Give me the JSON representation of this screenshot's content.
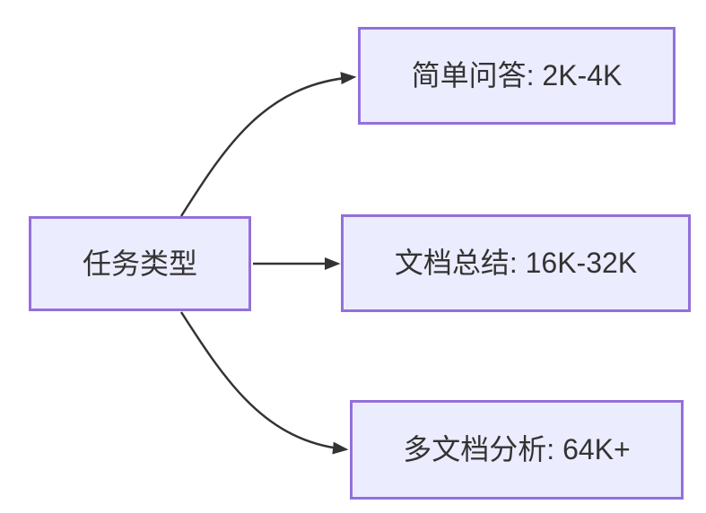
{
  "diagram": {
    "type": "flowchart",
    "direction": "left-to-right",
    "root": {
      "id": "task-type",
      "label": "任务类型"
    },
    "nodes": [
      {
        "id": "simple-qa",
        "label": "简单问答: 2K-4K"
      },
      {
        "id": "doc-summary",
        "label": "文档总结: 16K-32K"
      },
      {
        "id": "multi-doc-analysis",
        "label": "多文档分析: 64K+"
      }
    ],
    "edges": [
      {
        "from": "task-type",
        "to": "simple-qa"
      },
      {
        "from": "task-type",
        "to": "doc-summary"
      },
      {
        "from": "task-type",
        "to": "multi-doc-analysis"
      }
    ],
    "colors": {
      "node_fill": "#ECECFF",
      "node_border": "#9370DB",
      "edge": "#333333",
      "text": "#333333",
      "background": "#FFFFFF"
    }
  }
}
